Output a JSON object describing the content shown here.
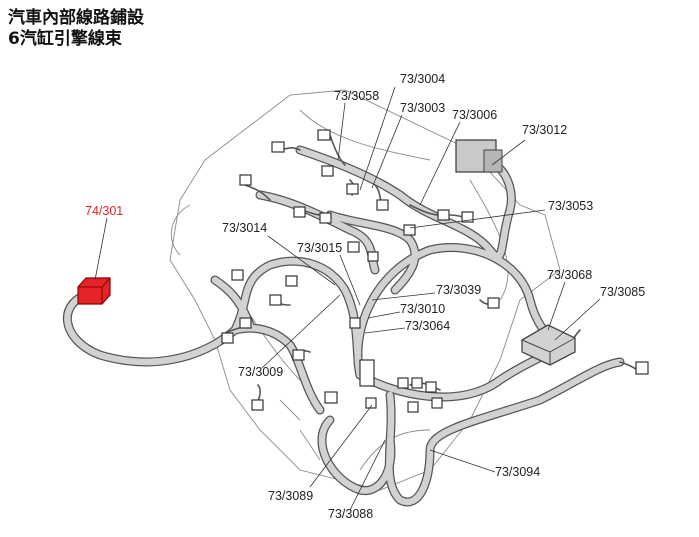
{
  "title": {
    "line1": "汽車內部線路鋪設",
    "line2": "6汽缸引擎線束"
  },
  "colors": {
    "highlight": "#e5242a",
    "highlight_label": "#e0262b",
    "harness_fill": "#d2d2d2",
    "harness_stroke": "#555555",
    "engine_outline": "#8a8a8a",
    "leader": "#333333"
  },
  "callouts": {
    "p74_301": "74/301",
    "p73_3004": "73/3004",
    "p73_3058": "73/3058",
    "p73_3003": "73/3003",
    "p73_3006": "73/3006",
    "p73_3012": "73/3012",
    "p73_3053": "73/3053",
    "p73_3014": "73/3014",
    "p73_3015": "73/3015",
    "p73_3068": "73/3068",
    "p73_3085": "73/3085",
    "p73_3039": "73/3039",
    "p73_3010": "73/3010",
    "p73_3064": "73/3064",
    "p73_3009": "73/3009",
    "p73_3094": "73/3094",
    "p73_3089": "73/3089",
    "p73_3088": "73/3088"
  }
}
